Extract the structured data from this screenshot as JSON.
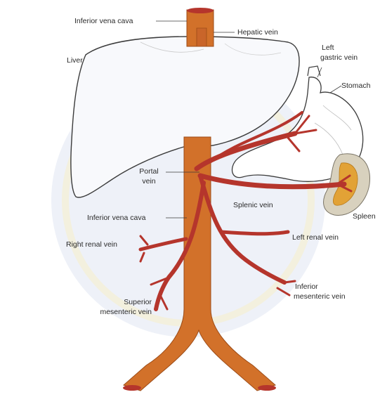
{
  "labels": {
    "ivc_top": "Inferior vena cava",
    "hepatic_vein": "Hepatic vein",
    "liver": "Liver",
    "left_gastric_line1": "Left",
    "left_gastric_line2": "gastric vein",
    "stomach": "Stomach",
    "portal_line1": "Portal",
    "portal_line2": "vein",
    "splenic_vein": "Splenic vein",
    "spleen": "Spleen",
    "ivc_mid": "Inferior vena cava",
    "left_renal": "Left renal vein",
    "right_renal": "Right renal vein",
    "inferior_mes_line1": "Inferior",
    "inferior_mes_line2": "mesenteric vein",
    "superior_mes_line1": "Superior",
    "superior_mes_line2": "mesenteric vein"
  },
  "colors": {
    "ivc": "#d2712a",
    "ivc_dark": "#b55a1d",
    "vein_red": "#b5352c",
    "vein_dark": "#8e241d",
    "liver_fill": "#f7f8fb",
    "outline": "#3b3b3b",
    "spleen_outer": "#d9d2c0",
    "spleen_inner": "#e2a236",
    "watermark": "#e9edf7"
  }
}
